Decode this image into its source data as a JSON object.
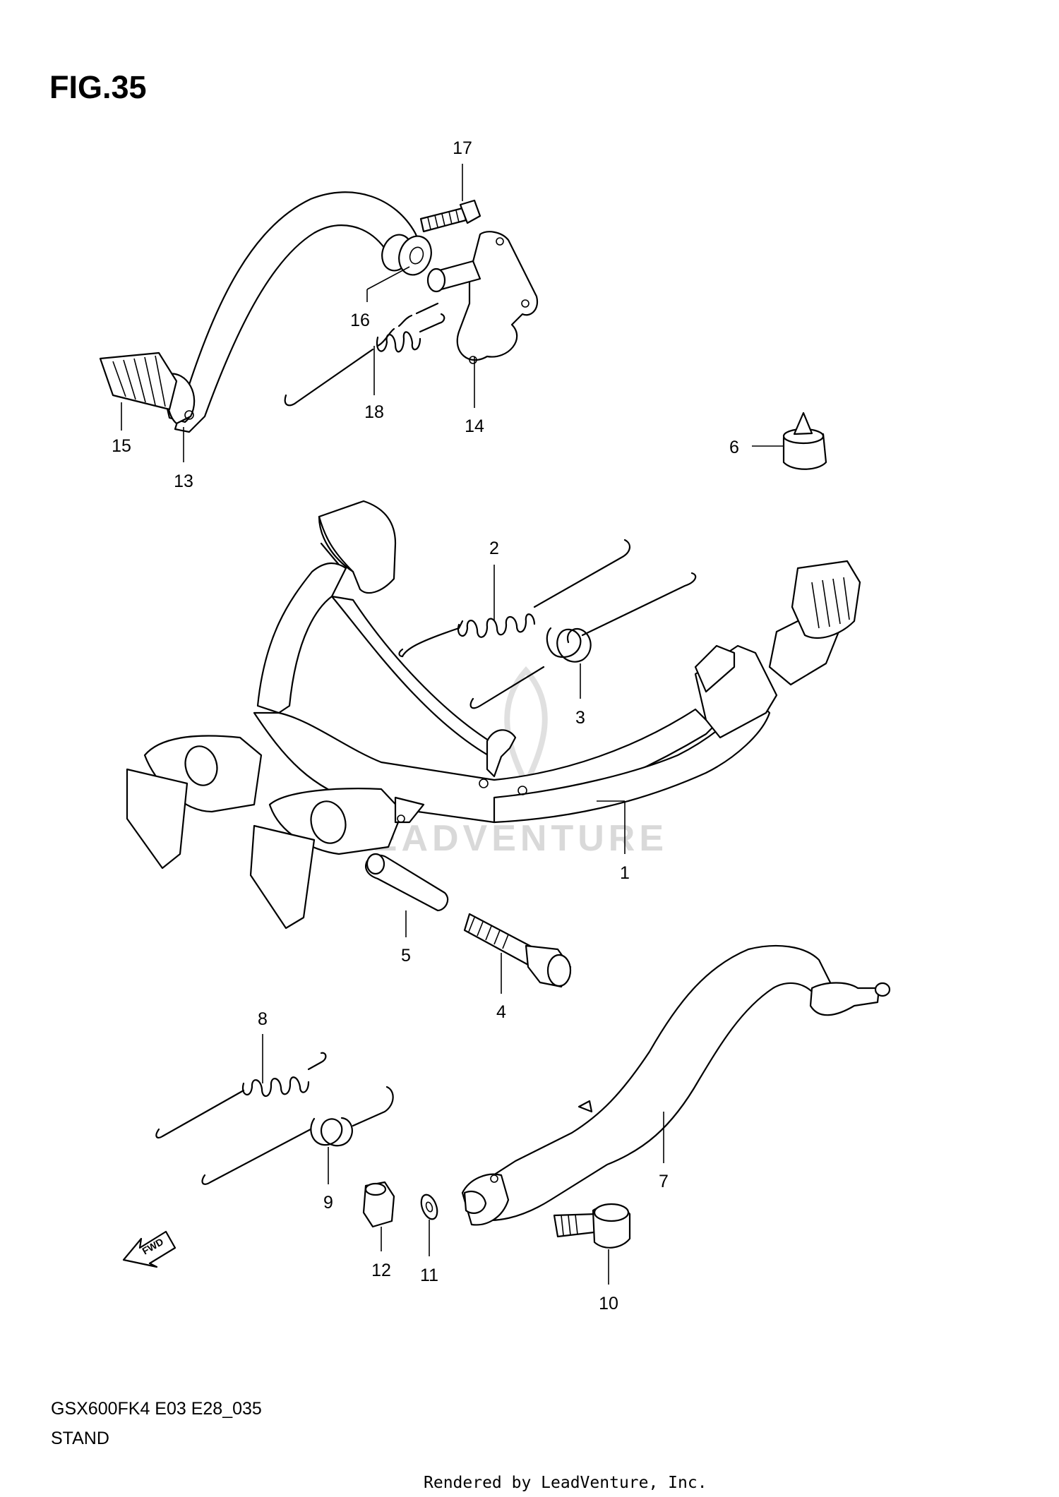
{
  "figure": {
    "title": "FIG.35",
    "model_code": "GSX600FK4 E03 E28_035",
    "name": "STAND",
    "rendered_by": "Rendered by LeadVenture, Inc.",
    "watermark": "LEADVENTURE",
    "fwd_arrow_text": "FWD"
  },
  "callouts": [
    {
      "id": "1",
      "label": "1"
    },
    {
      "id": "2",
      "label": "2"
    },
    {
      "id": "3",
      "label": "3"
    },
    {
      "id": "4",
      "label": "4"
    },
    {
      "id": "5",
      "label": "5"
    },
    {
      "id": "6",
      "label": "6"
    },
    {
      "id": "7",
      "label": "7"
    },
    {
      "id": "8",
      "label": "8"
    },
    {
      "id": "9",
      "label": "9"
    },
    {
      "id": "10",
      "label": "10"
    },
    {
      "id": "11",
      "label": "11"
    },
    {
      "id": "12",
      "label": "12"
    },
    {
      "id": "13",
      "label": "13"
    },
    {
      "id": "14",
      "label": "14"
    },
    {
      "id": "15",
      "label": "15"
    },
    {
      "id": "16",
      "label": "16"
    },
    {
      "id": "17",
      "label": "17"
    },
    {
      "id": "18",
      "label": "18"
    }
  ]
}
